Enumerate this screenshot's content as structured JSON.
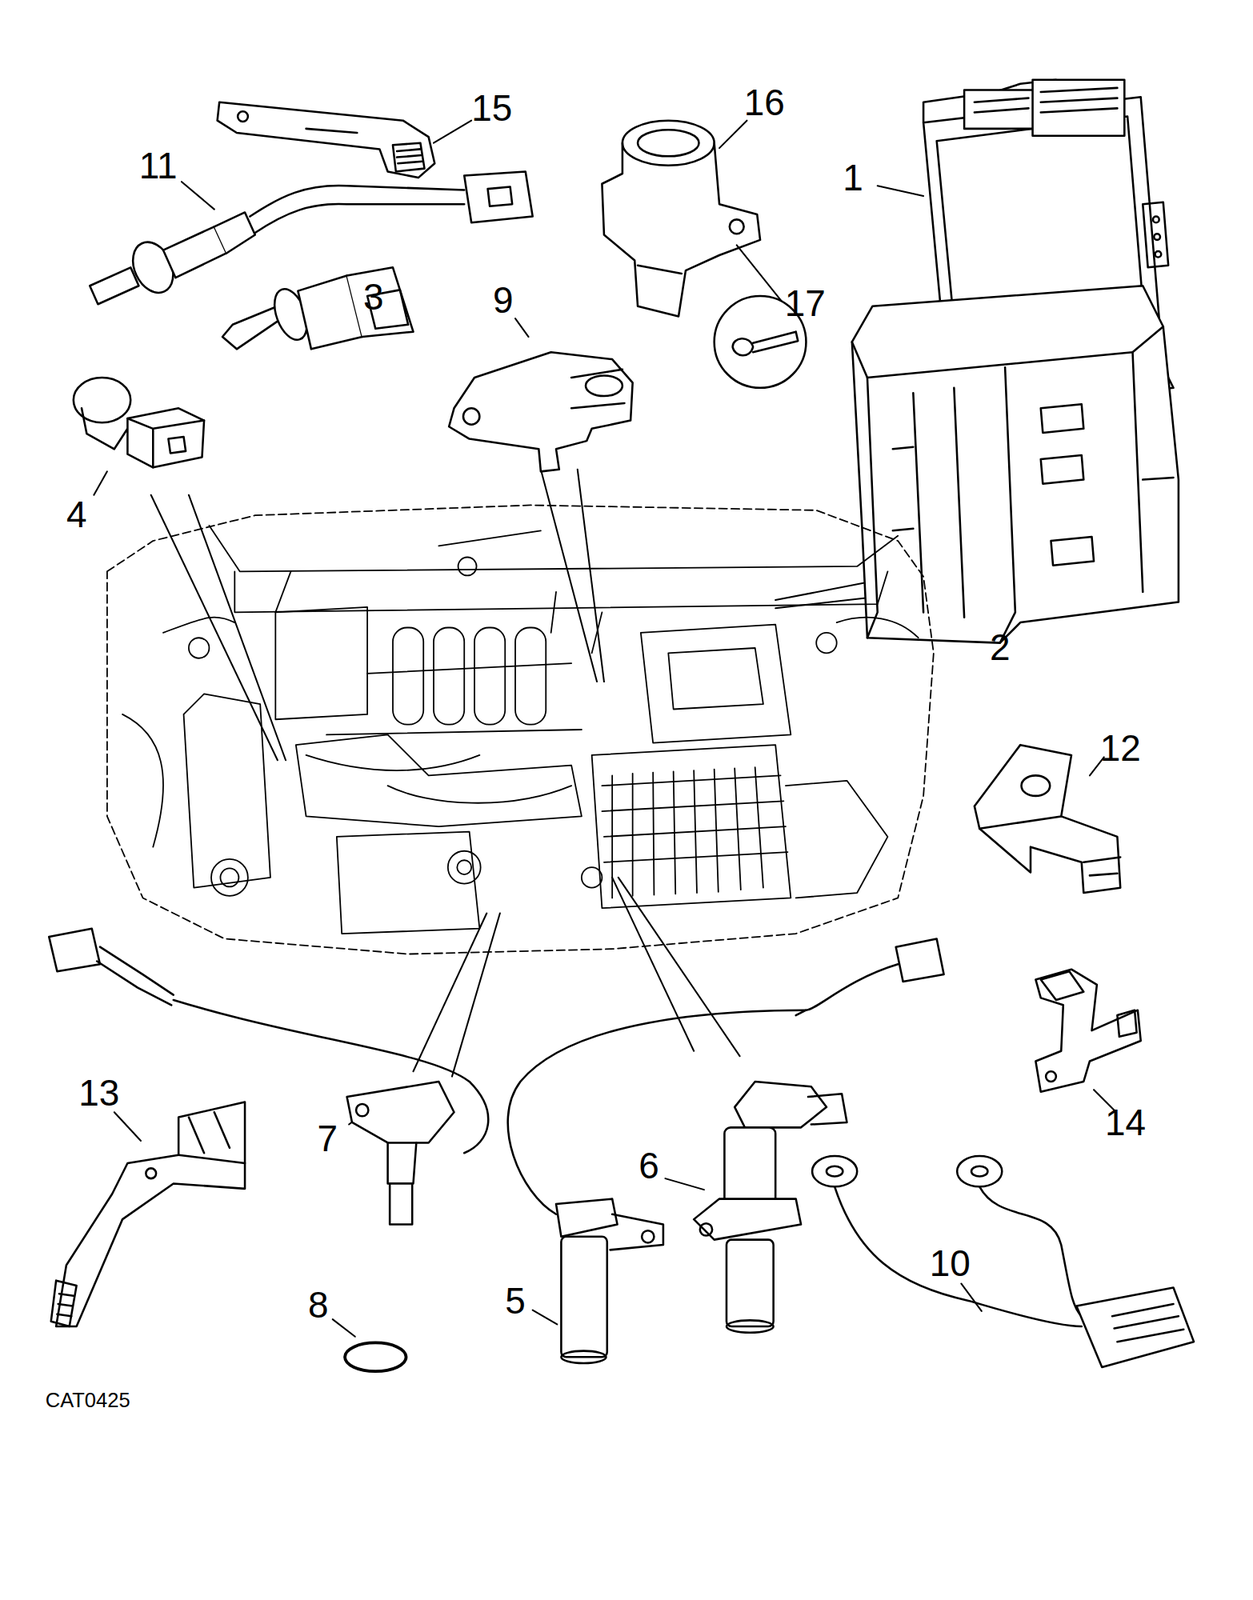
{
  "diagram": {
    "labels": [
      "15",
      "11",
      "16",
      "1",
      "3",
      "9",
      "17",
      "4",
      "2",
      "12",
      "13",
      "7",
      "6",
      "14",
      "10",
      "8",
      "5",
      "CAT0425"
    ]
  }
}
